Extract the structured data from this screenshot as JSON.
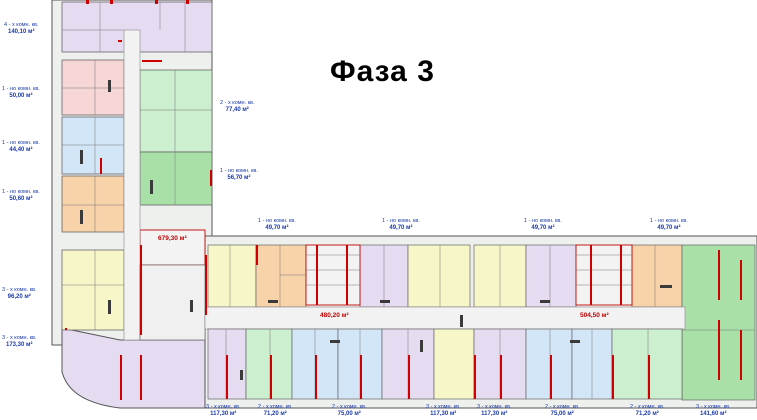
{
  "title": "Фаза 3",
  "colors": {
    "purple": "#e6dcf2",
    "pink": "#f7d6d6",
    "blue": "#d2e6f7",
    "orange": "#f8d2a8",
    "green_light": "#ccefcf",
    "green_dark": "#a8e0a8",
    "yellow": "#f6f6c8",
    "wall": "#5a5a5a",
    "red": "#d00000",
    "label": "#1a3aa8"
  },
  "apartments": [
    {
      "id": "a1",
      "type": "4 - х комн. кв.",
      "area": "140,10 м²"
    },
    {
      "id": "a2",
      "type": "1 - но комн. кв.",
      "area": "50,00 м²"
    },
    {
      "id": "a3",
      "type": "1 - но комн. кв.",
      "area": "44,40 м²"
    },
    {
      "id": "a4",
      "type": "1 - но комн. кв.",
      "area": "50,60 м²"
    },
    {
      "id": "a5",
      "type": "3 - х комн. кв.",
      "area": "96,20 м²"
    },
    {
      "id": "a6",
      "type": "3 - х комн. кв.",
      "area": "173,30 м²"
    },
    {
      "id": "a7",
      "type": "2 - х комн. кв.",
      "area": "77,40 м²"
    },
    {
      "id": "a8",
      "type": "1 - но комн. кв.",
      "area": "56,70 м²"
    },
    {
      "id": "a9",
      "type": "1 - но комн. кв.",
      "area": "49,70 м²"
    },
    {
      "id": "a10",
      "type": "1 - но комн. кв.",
      "area": "49,70 м²"
    },
    {
      "id": "a11",
      "type": "1 - но комн. кв.",
      "area": "49,70 м²"
    },
    {
      "id": "a12",
      "type": "1 - но комн. кв.",
      "area": "49,70 м²"
    },
    {
      "id": "a13",
      "type": "3 - х комн. кв.",
      "area": "117,30 м²"
    },
    {
      "id": "a14",
      "type": "2 - х комн. кв.",
      "area": "71,20 м²"
    },
    {
      "id": "a15",
      "type": "2 - х комн. кв.",
      "area": "75,00 м²"
    },
    {
      "id": "a16",
      "type": "3 - х комн. кв.",
      "area": "117,30 м²"
    },
    {
      "id": "a17",
      "type": "3 - х комн. кв.",
      "area": "117,30 м²"
    },
    {
      "id": "a18",
      "type": "2 - х комн. кв.",
      "area": "75,00 м²"
    },
    {
      "id": "a19",
      "type": "2 - х комн. кв.",
      "area": "71,20 м²"
    },
    {
      "id": "a20",
      "type": "3 - х комн. кв.",
      "area": "141,60 м²"
    }
  ],
  "halls": [
    {
      "id": "h1",
      "area": "679,30 м²"
    },
    {
      "id": "h2",
      "area": "480,20 м²"
    },
    {
      "id": "h3",
      "area": "504,50 м²"
    }
  ]
}
